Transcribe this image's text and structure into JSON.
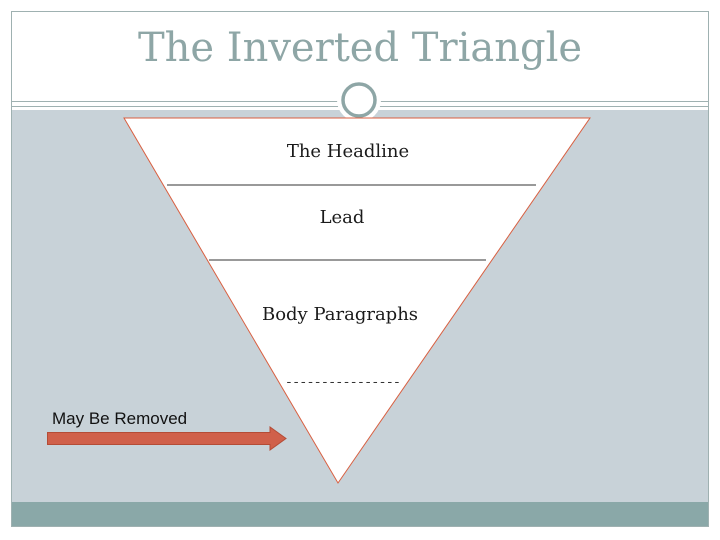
{
  "slide": {
    "title": "The Inverted Triangle"
  },
  "triangle": {
    "sections": [
      "The Headline",
      "Lead",
      "Body Paragraphs"
    ],
    "dashes": "----------------"
  },
  "annotation": {
    "label": "May Be Removed"
  },
  "colors": {
    "title": "#8ea6a6",
    "panel": "#c8d2d8",
    "footer_band": "#8aa8a8",
    "triangle_fill": "#ffffff",
    "triangle_stroke": "#d95f40",
    "arrow": "#d0604a",
    "arrow_stroke": "#b44c36",
    "circle_stroke": "#8ea6a6",
    "frame": "#9fb1b1"
  }
}
